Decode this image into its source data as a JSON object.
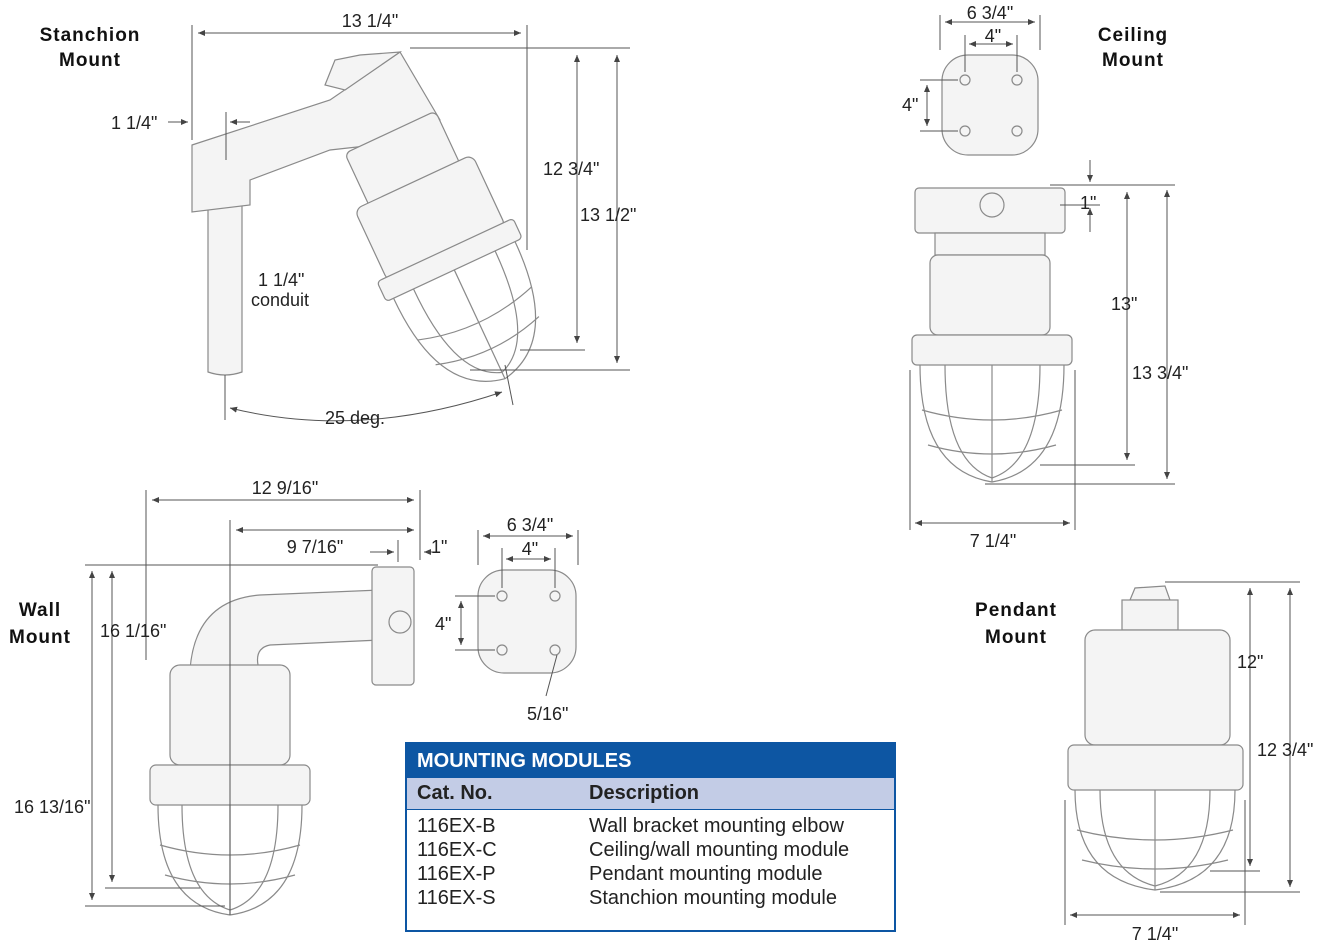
{
  "titles": {
    "stanchion": [
      "Stanchion",
      "Mount"
    ],
    "ceiling": [
      "Ceiling",
      "Mount"
    ],
    "wall": [
      "Wall",
      "Mount"
    ],
    "pendant": [
      "Pendant",
      "Mount"
    ]
  },
  "dimensions": {
    "stanchion": {
      "width": "13 1/4\"",
      "offset": "1 1/4\"",
      "height_inner": "12 3/4\"",
      "height_outer": "13 1/2\"",
      "conduit_size": "1 1/4\"",
      "conduit_label": "conduit",
      "angle": "25 deg."
    },
    "ceiling": {
      "plate_width": "6 3/4\"",
      "hole_spacing_h": "4\"",
      "hole_spacing_v": "4\"",
      "top": "1\"",
      "height_inner": "13\"",
      "height_outer": "13 3/4\"",
      "width": "7 1/4\""
    },
    "wall": {
      "width_outer": "12 9/16\"",
      "width_inner": "9 7/16\"",
      "flange": "1\"",
      "height_inner": "16 1/16\"",
      "height_outer": "16 13/16\"",
      "plate_width": "6 3/4\"",
      "hole_spacing_h": "4\"",
      "hole_spacing_v": "4\"",
      "hole_dia": "5/16\""
    },
    "pendant": {
      "height_inner": "12\"",
      "height_outer": "12 3/4\"",
      "width": "7 1/4\""
    }
  },
  "table": {
    "title": "MOUNTING MODULES",
    "headers": [
      "Cat. No.",
      "Description"
    ],
    "rows": [
      {
        "cat": "116EX-B",
        "desc": "Wall bracket mounting elbow"
      },
      {
        "cat": "116EX-C",
        "desc": "Ceiling/wall mounting module"
      },
      {
        "cat": "116EX-P",
        "desc": "Pendant mounting module"
      },
      {
        "cat": "116EX-S",
        "desc": "Stanchion mounting module"
      }
    ]
  },
  "colors": {
    "table_header": "#0d56a3",
    "table_column_header": "#c3cce6"
  }
}
